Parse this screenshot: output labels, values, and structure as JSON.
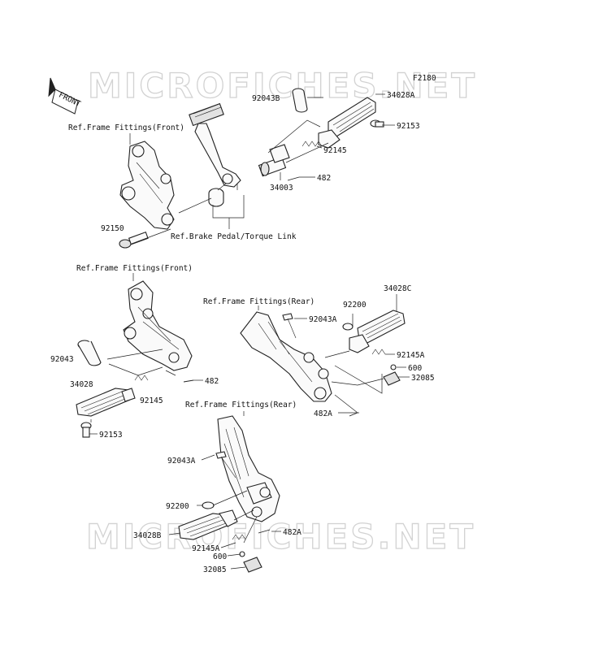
{
  "watermark_top": "MICROFICHES.NET",
  "watermark_bottom": "MICROFICHES.NET",
  "figure_code": "F2180",
  "front_arrow": "FRONT",
  "refs": [
    "Ref.Frame Fittings(Front)",
    "Ref.Brake Pedal/Torque Link",
    "Ref.Frame Fittings(Front)",
    "Ref.Frame Fittings(Rear)",
    "Ref.Frame Fittings(Rear)"
  ],
  "labels": [
    "92043B",
    "34028A",
    "92153",
    "92145",
    "482",
    "34003",
    "92150",
    "92043",
    "34028",
    "92145",
    "482",
    "92153",
    "92200",
    "34028C",
    "92043A",
    "92145A",
    "600",
    "32085",
    "482A",
    "92043A",
    "92200",
    "34028B",
    "92145A",
    "600",
    "32085",
    "482A"
  ],
  "colors": {
    "ink": "#222222",
    "watermark": "#d2d2d2",
    "background": "#ffffff"
  }
}
